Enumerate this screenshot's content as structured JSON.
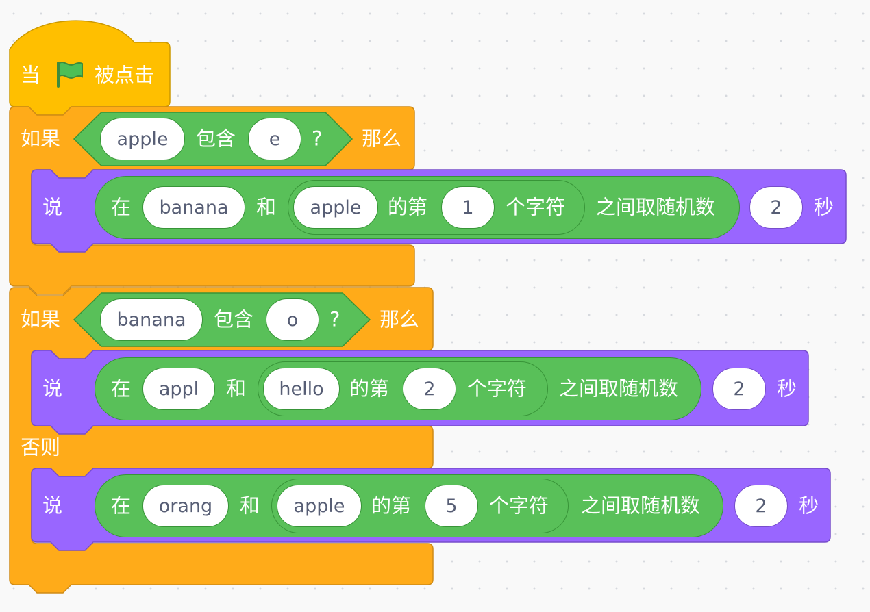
{
  "hat": {
    "when_label": "当",
    "flag_icon": "green-flag-icon",
    "clicked_label": "被点击"
  },
  "if1": {
    "if_label": "如果",
    "then_label": "那么",
    "condition": {
      "text": "apple",
      "contains_label": "包含",
      "char": "e",
      "qmark": "?"
    },
    "say": {
      "say_label": "说",
      "at_label": "在",
      "first": "banana",
      "and_label": "和",
      "letter_source": "apple",
      "nth_label": "的第",
      "index": "1",
      "char_label": "个字符",
      "between_label": "之间取随机数",
      "secs": "2",
      "secs_label": "秒"
    }
  },
  "if2": {
    "if_label": "如果",
    "then_label": "那么",
    "else_label": "否则",
    "condition": {
      "text": "banana",
      "contains_label": "包含",
      "char": "o",
      "qmark": "?"
    },
    "say_then": {
      "say_label": "说",
      "at_label": "在",
      "first": "appl",
      "and_label": "和",
      "letter_source": "hello",
      "nth_label": "的第",
      "index": "2",
      "char_label": "个字符",
      "between_label": "之间取随机数",
      "secs": "2",
      "secs_label": "秒"
    },
    "say_else": {
      "say_label": "说",
      "at_label": "在",
      "first": "orang",
      "and_label": "和",
      "letter_source": "apple",
      "nth_label": "的第",
      "index": "5",
      "char_label": "个字符",
      "between_label": "之间取随机数",
      "secs": "2",
      "secs_label": "秒"
    }
  },
  "colors": {
    "events": "#ffbf00",
    "control": "#ffab19",
    "looks": "#9966ff",
    "operators": "#59c059",
    "field_text": "#575e75",
    "canvas": "#f9f9f9"
  }
}
